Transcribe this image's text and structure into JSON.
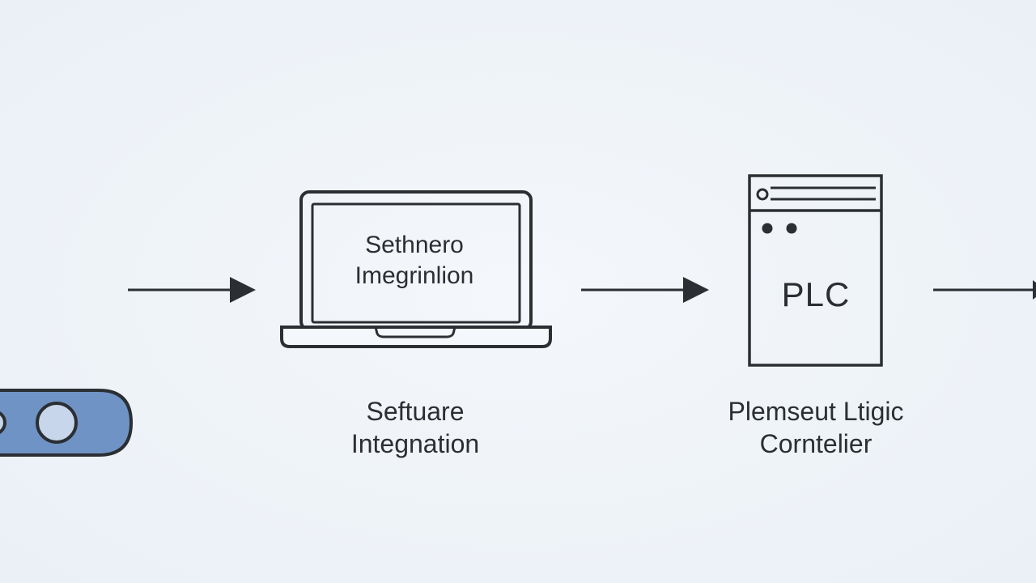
{
  "software_block": {
    "screen_lines": [
      "Sethnero",
      "Imegrinlion"
    ],
    "caption_lines": [
      "Seftuare",
      "Integnation"
    ]
  },
  "plc_block": {
    "label": "PLC",
    "caption_lines": [
      "Plemseut Ltigic",
      "Corntelier"
    ]
  },
  "colors": {
    "background": "#eef3f8",
    "stroke": "#2b2f33",
    "sensor_fill": "#6f93c4"
  }
}
